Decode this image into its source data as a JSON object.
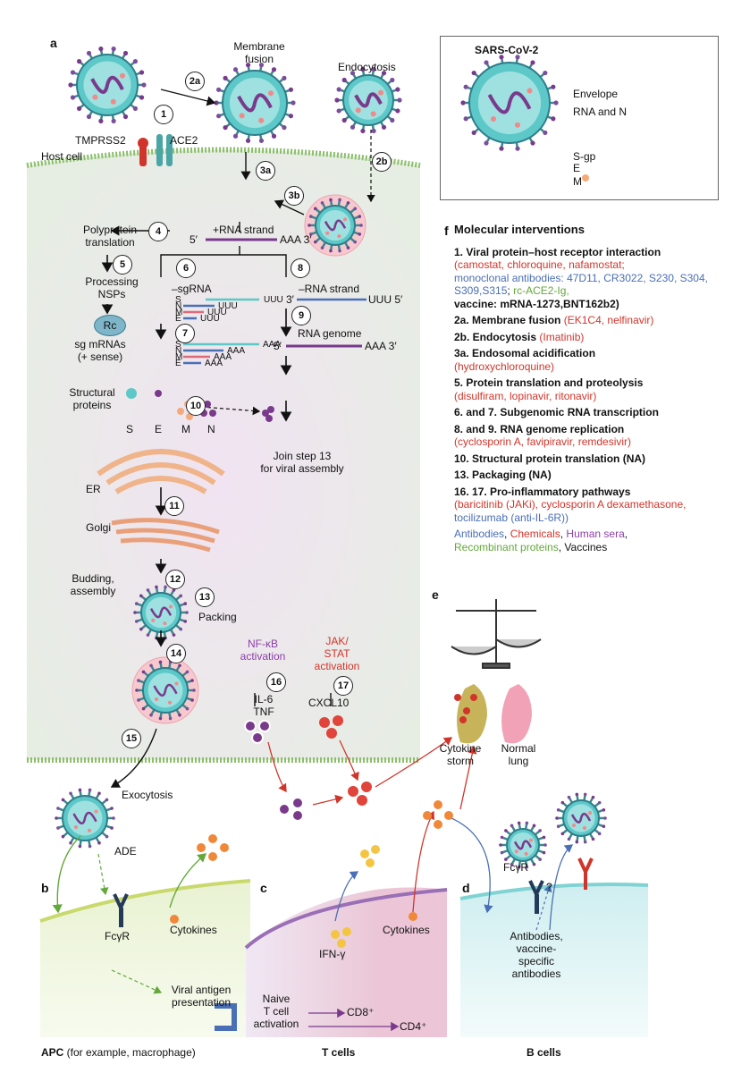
{
  "panels": {
    "a": "a",
    "b": "b",
    "c": "c",
    "d": "d",
    "e": "e",
    "f": "f"
  },
  "panel_a": {
    "membrane_fusion": "Membrane\nfusion",
    "endocytosis": "Endocytosis",
    "tmprss2": "TMPRSS2",
    "ace2": "ACE2",
    "host_cell": "Host cell",
    "rna_plus": "+RNA strand",
    "five_prime": "5′",
    "aaa3": "AAA 3′",
    "polyprotein": "Polyprotein\ntranslation",
    "processing": "Processing\nNSPs",
    "rc": "Rc",
    "minus_sg": "–sgRNA",
    "minus_rna": "–RNA strand",
    "three_prime": "3′",
    "uuu5": "UUU 5′",
    "uuu": "UUU",
    "aaa": "AAA",
    "sg_mrnas": "sg mRNAs\n(+ sense)",
    "rna_genome": "RNA genome",
    "structural_proteins": "Structural\nproteins",
    "s": "S",
    "e": "E",
    "m": "M",
    "n": "N",
    "join_step": "Join step 13\nfor viral assembly",
    "er": "ER",
    "golgi": "Golgi",
    "budding": "Budding,\nassembly",
    "packing": "Packing",
    "exocytosis": "Exocytosis",
    "nfkb": "NF-κB\nactivation",
    "jak": "JAK/\nSTAT\nactivation",
    "il6": "IL-6\nTNF",
    "cxcl10": "CXCL10",
    "ade": "ADE"
  },
  "steps": {
    "s1": "1",
    "s2a": "2a",
    "s2b": "2b",
    "s3a": "3a",
    "s3b": "3b",
    "s4": "4",
    "s5": "5",
    "s6": "6",
    "s7": "7",
    "s8": "8",
    "s9": "9",
    "s10": "10",
    "s11": "11",
    "s12": "12",
    "s13": "13",
    "s14": "14",
    "s15": "15",
    "s16": "16",
    "s17": "17"
  },
  "legend_box": {
    "title": "SARS-CoV-2",
    "envelope": "Envelope",
    "rna_n": "RNA and N",
    "sgp": "S-gp",
    "e": "E",
    "m": "M"
  },
  "interventions": {
    "title": "Molecular interventions",
    "i1_head": "1. Viral protein–host receptor interaction",
    "i1_red": "(camostat, chloroquine, nafamostat;",
    "i1_blue": "monoclonal antibodies: 47D11, CR3022, S230, S304, S309,S315",
    "i1_sep": ";",
    "i1_green": "rc-ACE2-Ig,",
    "i1_vaccine": "vaccine: mRNA-1273,BNT162b2)",
    "i2a_head": "2a. Membrane fusion",
    "i2a_red": "(EK1C4, nelfinavir)",
    "i2b_head": "2b. Endocytosis",
    "i2b_red": "(Imatinib)",
    "i3a_head": "3a. Endosomal acidification",
    "i3a_red": "(hydroxychloroquine)",
    "i5_head": "5. Protein translation and proteolysis",
    "i5_red": "(disulfiram, lopinavir, ritonavir)",
    "i67_head": "6. and 7. Subgenomic RNA transcription",
    "i89_head": "8. and 9. RNA genome replication",
    "i89_red": "(cyclosporin A, favipiravir, remdesivir)",
    "i10_head": "10. Structural protein translation (NA)",
    "i13_head": "13. Packaging (NA)",
    "i1617_head": "16. 17. Pro-inflammatory pathways",
    "i1617_red": "(baricitinib (JAKi), cyclosporin A dexamethasone,",
    "i1617_blue": "tocilizumab (anti-IL-6R))",
    "key_antibodies": "Antibodies",
    "key_chemicals": "Chemicals",
    "key_sera": "Human sera",
    "key_recomb": "Recombinant proteins",
    "key_vaccines": "Vaccines"
  },
  "panel_b": {
    "fcgr": "FcγR",
    "cytokines": "Cytokines",
    "viral_antigen": "Viral antigen\npresentation",
    "caption_bold": "APC",
    "caption_rest": " (for example, macrophage)"
  },
  "panel_c": {
    "ifng": "IFN-γ",
    "cytokines": "Cytokines",
    "naive": "Naive\nT cell\nactivation",
    "cd8": "CD8⁺",
    "cd4": "CD4⁺",
    "caption": "T cells"
  },
  "panel_d": {
    "fcgr": "FcγR",
    "q": "?",
    "antibodies": "Antibodies,\nvaccine-\nspecific\nantibodies",
    "caption": "B cells"
  },
  "panel_e": {
    "storm": "Cytokine\nstorm",
    "normal": "Normal\nlung"
  },
  "colors": {
    "cell_bg": "#ece6f2",
    "virus_teal": "#5cc8c8",
    "virus_purple": "#7a3a8c",
    "red": "#d0352b",
    "blue": "#4a6fb5"
  }
}
